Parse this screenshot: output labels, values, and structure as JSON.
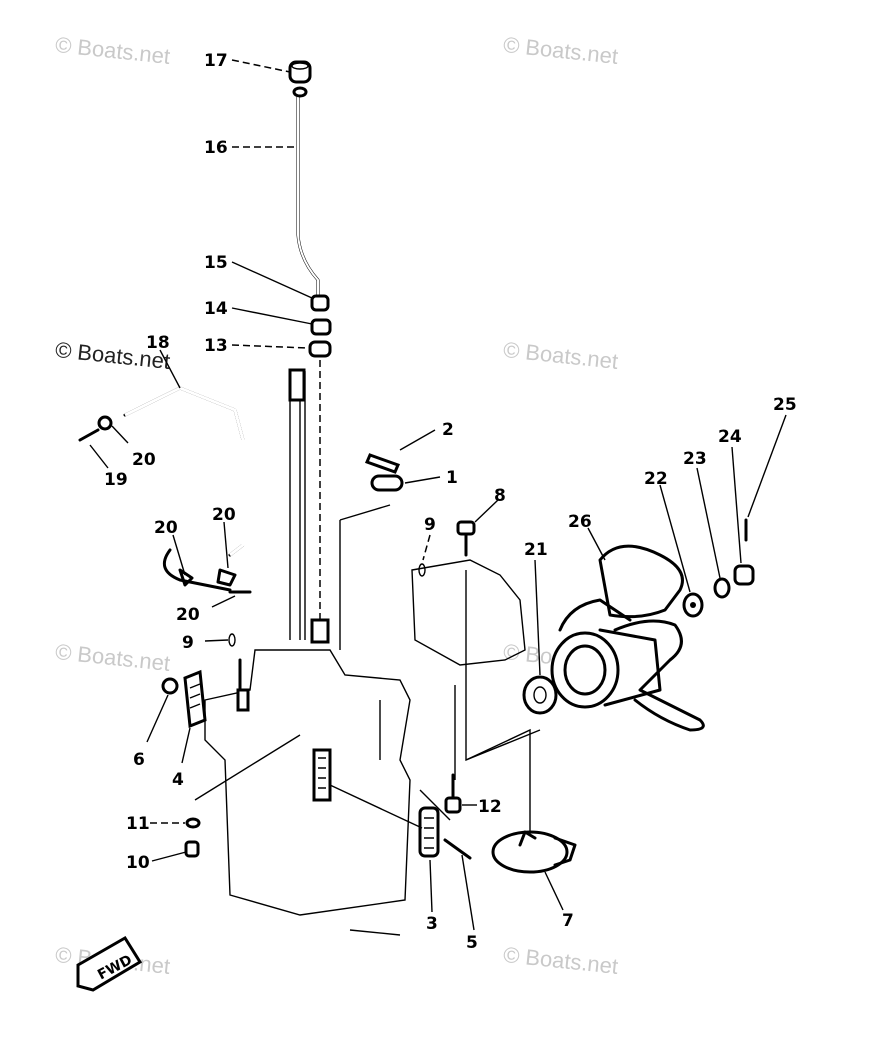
{
  "watermark": "© Boats.net",
  "callouts": [
    {
      "id": "17",
      "text": "17"
    },
    {
      "id": "16",
      "text": "16"
    },
    {
      "id": "15",
      "text": "15"
    },
    {
      "id": "14",
      "text": "14"
    },
    {
      "id": "13",
      "text": "13"
    },
    {
      "id": "18",
      "text": "18"
    },
    {
      "id": "20a",
      "text": "20"
    },
    {
      "id": "19",
      "text": "19"
    },
    {
      "id": "2",
      "text": "2"
    },
    {
      "id": "1",
      "text": "1"
    },
    {
      "id": "8",
      "text": "8"
    },
    {
      "id": "9a",
      "text": "9"
    },
    {
      "id": "20b",
      "text": "20"
    },
    {
      "id": "20c",
      "text": "20"
    },
    {
      "id": "20d",
      "text": "20"
    },
    {
      "id": "9b",
      "text": "9"
    },
    {
      "id": "21",
      "text": "21"
    },
    {
      "id": "26",
      "text": "26"
    },
    {
      "id": "22",
      "text": "22"
    },
    {
      "id": "23",
      "text": "23"
    },
    {
      "id": "24",
      "text": "24"
    },
    {
      "id": "25",
      "text": "25"
    },
    {
      "id": "6",
      "text": "6"
    },
    {
      "id": "4",
      "text": "4"
    },
    {
      "id": "12",
      "text": "12"
    },
    {
      "id": "11",
      "text": "11"
    },
    {
      "id": "10",
      "text": "10"
    },
    {
      "id": "3",
      "text": "3"
    },
    {
      "id": "5",
      "text": "5"
    },
    {
      "id": "7",
      "text": "7"
    }
  ],
  "fwd_label": "FWD",
  "colors": {
    "ink": "#000000",
    "watermark": "#c9c9c9",
    "background": "#ffffff"
  }
}
